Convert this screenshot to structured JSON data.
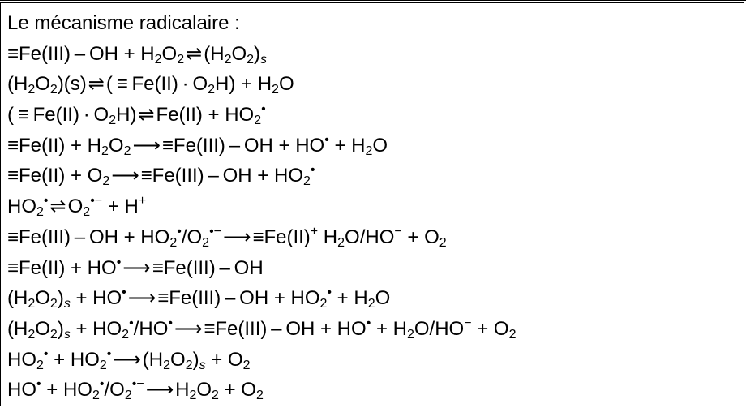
{
  "title": "Le mécanisme radicalaire :",
  "equations": [
    [
      {
        "t": "≡Fe(III) – OH + H"
      },
      {
        "sub": "2"
      },
      {
        "t": "O"
      },
      {
        "sub": "2"
      },
      {
        "arr": " ⇌ "
      },
      {
        "t": "(H"
      },
      {
        "sub": "2"
      },
      {
        "t": "O"
      },
      {
        "sub": "2"
      },
      {
        "t": ")"
      },
      {
        "sub": "s",
        "it": true
      }
    ],
    [
      {
        "t": "(H"
      },
      {
        "sub": "2"
      },
      {
        "t": "O"
      },
      {
        "sub": "2"
      },
      {
        "t": ")(s)"
      },
      {
        "arr": " ⇌ "
      },
      {
        "t": "( ≡ Fe(II) · O"
      },
      {
        "sub": "2"
      },
      {
        "t": "H) + H"
      },
      {
        "sub": "2"
      },
      {
        "t": "O"
      }
    ],
    [
      {
        "t": "( ≡ Fe(II) · O"
      },
      {
        "sub": "2"
      },
      {
        "t": "H)"
      },
      {
        "arr": " ⇌ "
      },
      {
        "t": "Fe(II) + HO"
      },
      {
        "sub": "2"
      },
      {
        "sup": "•"
      }
    ],
    [
      {
        "t": "≡Fe(II) + H"
      },
      {
        "sub": "2"
      },
      {
        "t": "O"
      },
      {
        "sub": "2"
      },
      {
        "arr": " ⟶ "
      },
      {
        "t": "≡Fe(III) – OH + HO"
      },
      {
        "sup": "•"
      },
      {
        "t": " + H"
      },
      {
        "sub": "2"
      },
      {
        "t": "O"
      }
    ],
    [
      {
        "t": "≡Fe(II) + O"
      },
      {
        "sub": "2"
      },
      {
        "arr": " ⟶ "
      },
      {
        "t": "≡Fe(III) – OH + HO"
      },
      {
        "sub": "2"
      },
      {
        "sup": "•"
      }
    ],
    [
      {
        "t": "HO"
      },
      {
        "sub": "2"
      },
      {
        "sup": "•"
      },
      {
        "arr": " ⇌ "
      },
      {
        "t": "O"
      },
      {
        "sub": "2"
      },
      {
        "sup": "•−"
      },
      {
        "t": " + H"
      },
      {
        "sup": "+"
      }
    ],
    [
      {
        "t": "≡Fe(III) – OH + HO"
      },
      {
        "sub": "2"
      },
      {
        "sup": "•"
      },
      {
        "t": "/O"
      },
      {
        "sub": "2"
      },
      {
        "sup": "•−"
      },
      {
        "arr": " ⟶ "
      },
      {
        "t": "≡Fe(II)"
      },
      {
        "sup": "+"
      },
      {
        "t": " H"
      },
      {
        "sub": "2"
      },
      {
        "t": "O/HO"
      },
      {
        "sup": "−"
      },
      {
        "t": " + O"
      },
      {
        "sub": "2"
      }
    ],
    [
      {
        "t": "≡Fe(II) + HO"
      },
      {
        "sup": "•"
      },
      {
        "arr": " ⟶ "
      },
      {
        "t": "≡Fe(III) – OH"
      }
    ],
    [
      {
        "t": "(H"
      },
      {
        "sub": "2"
      },
      {
        "t": "O"
      },
      {
        "sub": "2"
      },
      {
        "t": ")"
      },
      {
        "sub": "s",
        "it": true
      },
      {
        "t": " + HO"
      },
      {
        "sup": "•"
      },
      {
        "arr": " ⟶ "
      },
      {
        "t": "≡Fe(III) – OH + HO"
      },
      {
        "sub": "2"
      },
      {
        "sup": "•"
      },
      {
        "t": " + H"
      },
      {
        "sub": "2"
      },
      {
        "t": "O"
      }
    ],
    [
      {
        "t": "(H"
      },
      {
        "sub": "2"
      },
      {
        "t": "O"
      },
      {
        "sub": "2"
      },
      {
        "t": ")"
      },
      {
        "sub": "s",
        "it": true
      },
      {
        "t": " + HO"
      },
      {
        "sub": "2"
      },
      {
        "sup": "•"
      },
      {
        "t": "/HO"
      },
      {
        "sup": "•"
      },
      {
        "arr": " ⟶ "
      },
      {
        "t": "≡Fe(III) – OH + HO"
      },
      {
        "sup": "•"
      },
      {
        "t": " + H"
      },
      {
        "sub": "2"
      },
      {
        "t": "O/HO"
      },
      {
        "sup": "−"
      },
      {
        "t": " + O"
      },
      {
        "sub": "2"
      }
    ],
    [
      {
        "t": "HO"
      },
      {
        "sub": "2"
      },
      {
        "sup": "•"
      },
      {
        "t": " + HO"
      },
      {
        "sub": "2"
      },
      {
        "sup": "•"
      },
      {
        "arr": " ⟶ "
      },
      {
        "t": "(H"
      },
      {
        "sub": "2"
      },
      {
        "t": "O"
      },
      {
        "sub": "2"
      },
      {
        "t": ")"
      },
      {
        "sub": "s",
        "it": true
      },
      {
        "t": " + O"
      },
      {
        "sub": "2"
      }
    ],
    [
      {
        "t": "HO"
      },
      {
        "sup": "•"
      },
      {
        "t": " + HO"
      },
      {
        "sub": "2"
      },
      {
        "sup": "•"
      },
      {
        "t": "/O"
      },
      {
        "sub": "2"
      },
      {
        "sup": "•−"
      },
      {
        "arr": " ⟶ "
      },
      {
        "t": "H"
      },
      {
        "sub": "2"
      },
      {
        "t": "O"
      },
      {
        "sub": "2"
      },
      {
        "t": " + O"
      },
      {
        "sub": "2"
      }
    ]
  ]
}
